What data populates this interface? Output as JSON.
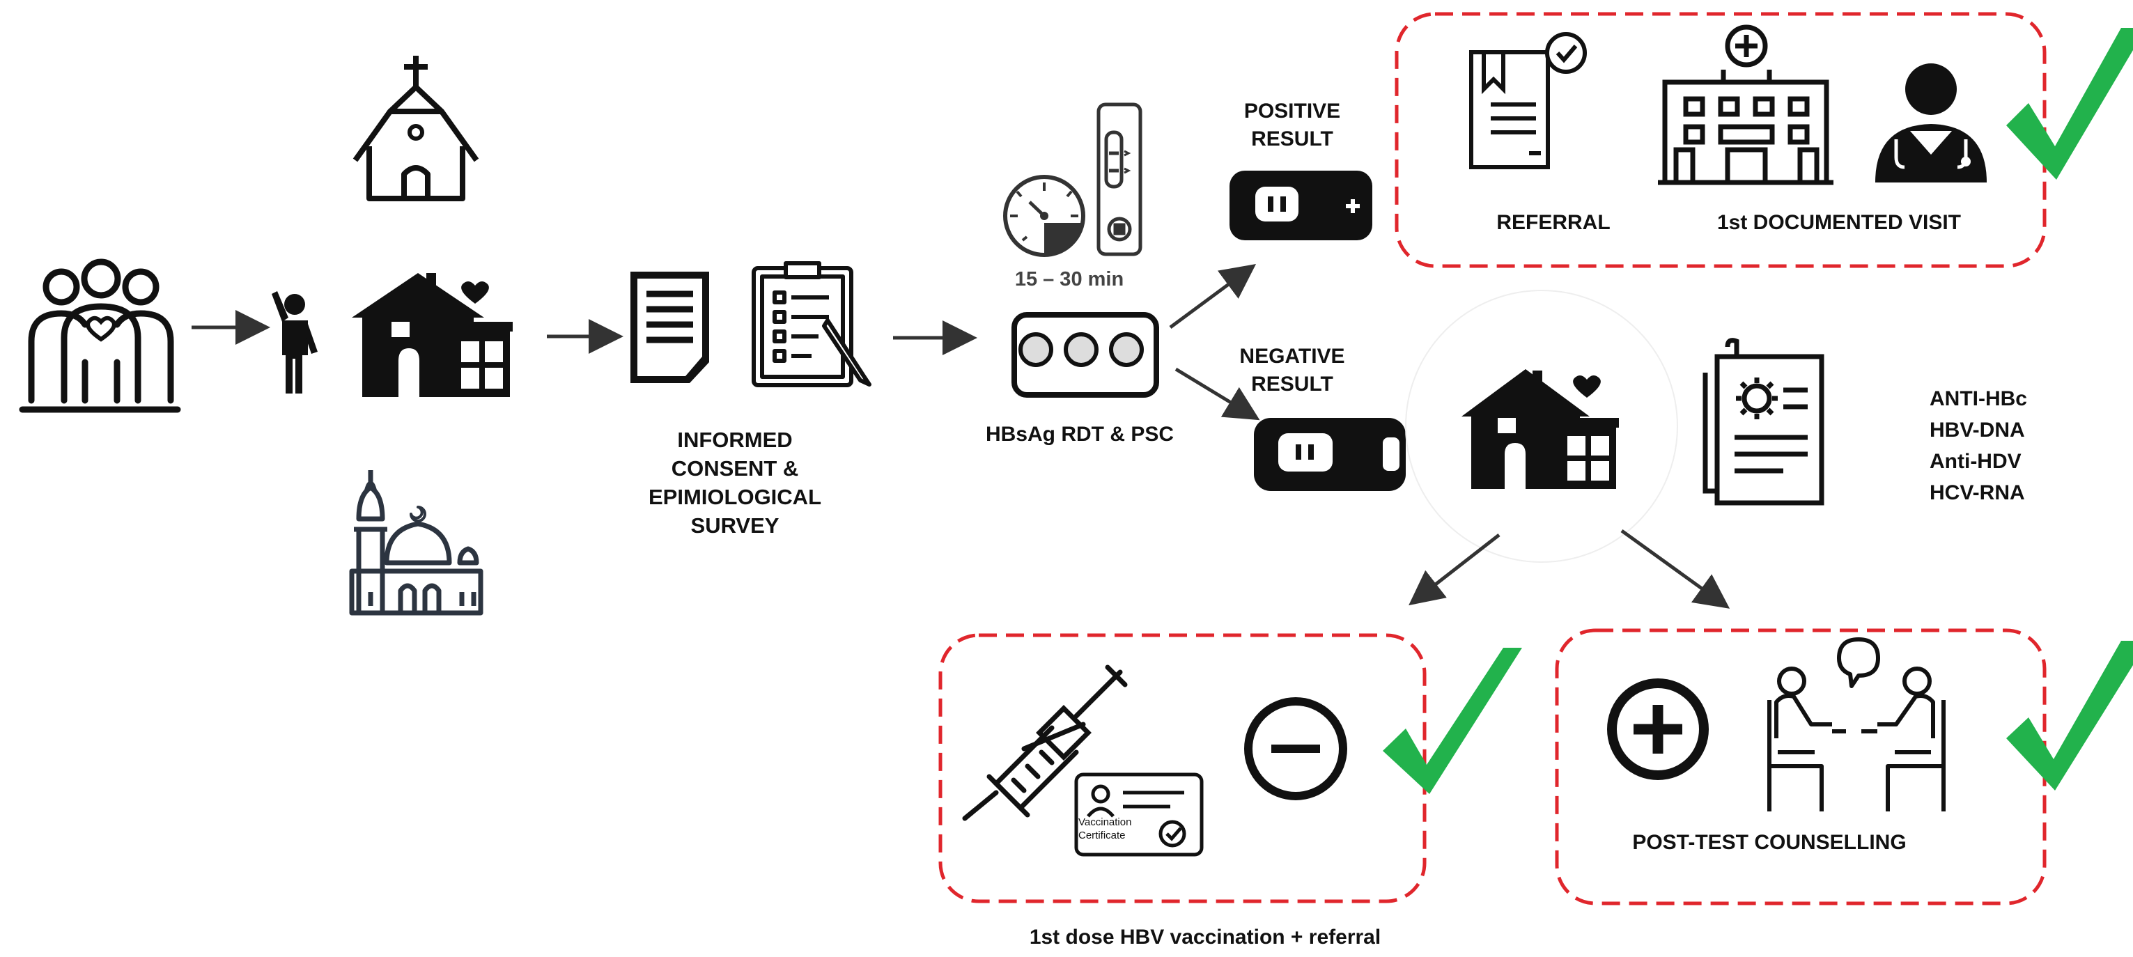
{
  "steps": {
    "consent": "INFORMED\nCONSENT &\nEPIMIOLOGICAL\nSURVEY",
    "timer": "15 – 30 min",
    "rdt": "HBsAg RDT & PSC",
    "positive": "POSITIVE\nRESULT",
    "negative": "NEGATIVE\nRESULT"
  },
  "positive_outcomes": {
    "referral": "REFERRAL",
    "visit": "1st DOCUMENTED VISIT"
  },
  "tests": [
    "ANTI-HBc",
    "HBV-DNA",
    "Anti-HDV",
    "HCV-RNA"
  ],
  "vaccination": {
    "caption": "1st dose HBV vaccination + referral",
    "certificate": "Vaccination\nCertificate"
  },
  "counselling": "POST-TEST COUNSELLING",
  "colors": {
    "ink": "#111111",
    "dashed_border": "#e0262c",
    "check": "#22b24c",
    "mosque": "#2c3440"
  },
  "icons": [
    "community-group-icon",
    "church-icon",
    "mosque-icon",
    "person-waving-icon",
    "household-icon",
    "document-icon",
    "clipboard-checklist-icon",
    "timer-icon",
    "test-cassette-icon",
    "rdt-card-icon",
    "positive-cassette-icon",
    "negative-cassette-icon",
    "referral-document-icon",
    "hospital-icon",
    "doctor-icon",
    "medical-report-icon",
    "syringe-icon",
    "vaccination-certificate-icon",
    "minus-circle-icon",
    "plus-circle-icon",
    "counselling-icon",
    "checkmark-icon"
  ]
}
